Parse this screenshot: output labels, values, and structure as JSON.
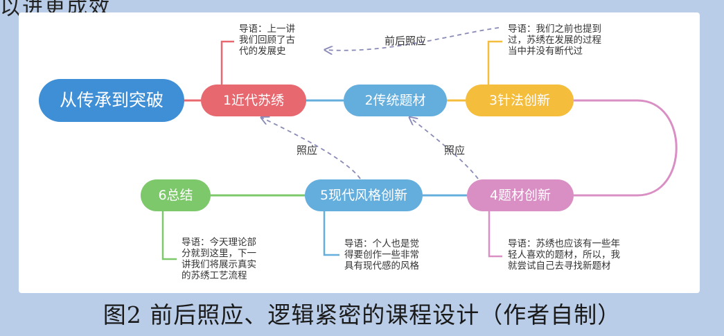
{
  "top_fragment": "以进更成效",
  "caption": "图2 前后照应、逻辑紧密的课程设计（作者自制）",
  "nodes": {
    "root": "从传承到突破",
    "n1": "1近代苏绣",
    "n2": "2传统题材",
    "n3": "3针法创新",
    "n4": "4题材创新",
    "n5": "5现代风格创新",
    "n6": "6总结"
  },
  "notes": {
    "n1": "导语：上一讲\n我们回顾了古\n代的发展史",
    "n3": "导语：我们之前也提到\n过，苏绣在发展的过程\n当中并没有断代过",
    "n4": "导语：苏绣也应该有一些年\n轻人喜欢的题材，所以，我\n就尝试自己去寻找新题材",
    "n5": "导语：个人也是觉\n得要创作一些非常\n具有现代感的风格",
    "n6": "导语：今天理论部\n分就到这里，下一\n讲我们将展示真实\n的苏绣工艺流程"
  },
  "arrows": {
    "top": "前后照应",
    "left": "照应",
    "right": "照应"
  },
  "colors": {
    "root": "#3f8fd6",
    "n1": "#e86870",
    "n2": "#64aede",
    "n3": "#f5bd3c",
    "n4": "#d98fc4",
    "n5": "#64aede",
    "n6": "#7cc86a",
    "dash": "#8a8ab8"
  }
}
